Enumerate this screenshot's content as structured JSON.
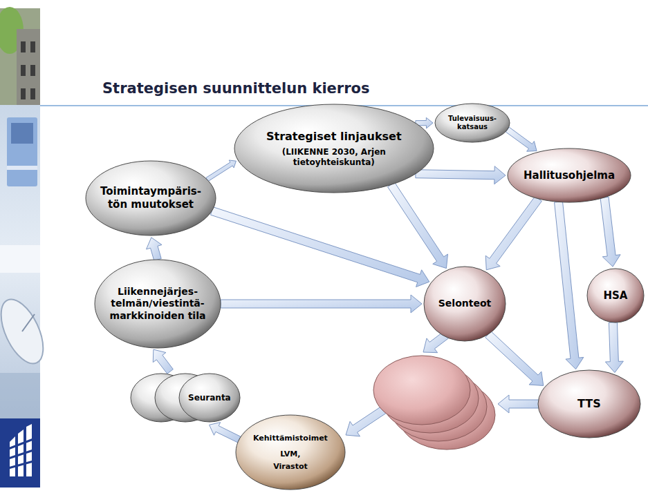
{
  "diagram": {
    "title": "Strategisen suunnittelun kierros",
    "nodes": [
      {
        "text": [
          "Tulevaisuus- katsaus"
        ]
      },
      {
        "text": [
          "Strategiset linjaukset",
          "(LIIKENNE 2030, Arjen tietoyhteiskunta)"
        ]
      },
      {
        "text": [
          "Hallitusohjelma"
        ]
      },
      {
        "text": [
          "Toimintaympäris- tön muutokset"
        ]
      },
      {
        "text": [
          "HSA"
        ]
      },
      {
        "text": [
          "Liikennejärjes- telmän/viestintä- markkinoiden tila"
        ]
      },
      {
        "text": [
          "Selonteot"
        ]
      },
      {
        "text": [
          "Seuranta"
        ]
      },
      {
        "text": [
          "TTS"
        ]
      },
      {
        "text": [
          "Kehittämistoimet",
          "LVM, Virastot"
        ]
      }
    ],
    "edges": [
      {
        "from": 1,
        "to": 0,
        "arrow": "to"
      },
      {
        "from": 0,
        "to": 2,
        "arrow": "to"
      },
      {
        "from": 1,
        "to": 2,
        "arrow": "to"
      },
      {
        "from": 1,
        "to": 6,
        "arrow": "to"
      },
      {
        "from": 2,
        "to": 6,
        "arrow": "to"
      },
      {
        "from": 2,
        "to": 8,
        "arrow": "to"
      },
      {
        "from": 2,
        "to": 4,
        "arrow": "to"
      },
      {
        "from": 4,
        "to": 8,
        "arrow": "to"
      },
      {
        "from": 6,
        "to": 8,
        "arrow": "to"
      },
      {
        "from": 9,
        "to": 7,
        "arrow": "to"
      },
      {
        "from": 7,
        "to": 5,
        "arrow": "to"
      },
      {
        "from": 5,
        "to": 3,
        "arrow": "to"
      },
      {
        "from": 5,
        "to": 6,
        "arrow": "to"
      },
      {
        "from": 3,
        "to": 1,
        "arrow": "to"
      },
      {
        "from": 3,
        "to": 6,
        "arrow": "to"
      }
    ]
  }
}
